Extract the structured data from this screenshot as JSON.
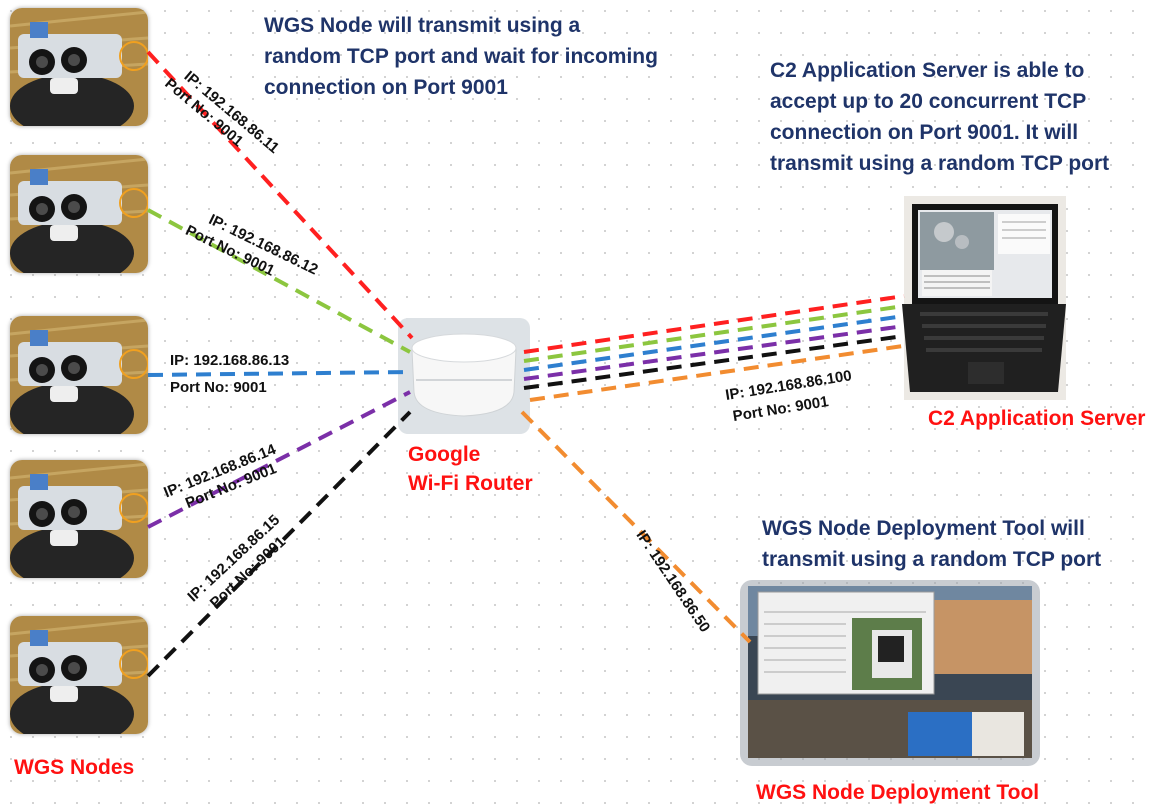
{
  "notes": {
    "node_note": "WGS Node will transmit using a\nrandom TCP port and wait for incoming\nconnection on Port 9001",
    "server_note": "C2 Application Server is able to\naccept up to 20 concurrent TCP\nconnection on Port 9001. It will\ntransmit using a random TCP port",
    "tool_note": "WGS Node Deployment Tool will\ntransmit using a random TCP port"
  },
  "captions": {
    "nodes": "WGS Nodes",
    "router": "Google\nWi-Fi Router",
    "server": "C2 Application Server",
    "tool": "WGS Node Deployment Tool"
  },
  "links": [
    {
      "id": "node1",
      "color": "#ff2020",
      "ip": "IP: 192.168.86.11",
      "port": "Port No: 9001"
    },
    {
      "id": "node2",
      "color": "#8cc63f",
      "ip": "IP: 192.168.86.12",
      "port": "Port No: 9001"
    },
    {
      "id": "node3",
      "color": "#2e7fcf",
      "ip": "IP: 192.168.86.13",
      "port": "Port No: 9001"
    },
    {
      "id": "node4",
      "color": "#7b2fa8",
      "ip": "IP: 192.168.86.14",
      "port": "Port No: 9001"
    },
    {
      "id": "node5",
      "color": "#111111",
      "ip": "IP: 192.168.86.15",
      "port": "Port No: 9001"
    },
    {
      "id": "server",
      "color": "#f28c30",
      "ip": "IP: 192.168.86.100",
      "port": "Port No: 9001"
    },
    {
      "id": "tool",
      "color": "#f28c30",
      "ip": "IP: 192.168.86.50",
      "port": ""
    }
  ]
}
